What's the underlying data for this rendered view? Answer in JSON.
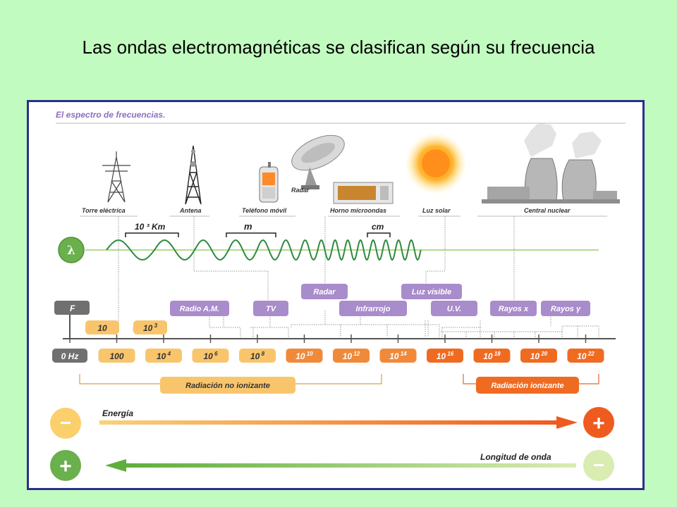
{
  "slide": {
    "title": "Las ondas electromagnéticas se clasifican según su frecuencia"
  },
  "diagram": {
    "header": "El espectro de frecuencias.",
    "sources": [
      {
        "label": "Torre eléctrica",
        "icon": "power-tower-icon"
      },
      {
        "label": "Antena",
        "icon": "antenna-icon"
      },
      {
        "label": "Teléfono móvil",
        "icon": "mobile-phone-icon"
      },
      {
        "label": "Radar",
        "icon": "radar-dish-icon"
      },
      {
        "label": "Horno microondas",
        "icon": "microwave-oven-icon"
      },
      {
        "label": "Luz solar",
        "icon": "sun-icon"
      },
      {
        "label": "Central nuclear",
        "icon": "nuclear-plant-icon"
      }
    ],
    "wavelength_symbol": "λ",
    "wavelength_markers": [
      "10 ³ Km",
      "m",
      "cm"
    ],
    "frequency_symbol": "F",
    "frequency_scale": [
      {
        "base": "0 Hz",
        "exp": ""
      },
      {
        "base": "100",
        "exp": ""
      },
      {
        "base": "10",
        "exp": "4"
      },
      {
        "base": "10",
        "exp": "6"
      },
      {
        "base": "10",
        "exp": "8"
      },
      {
        "base": "10",
        "exp": "10"
      },
      {
        "base": "10",
        "exp": "12"
      },
      {
        "base": "10",
        "exp": "14"
      },
      {
        "base": "10",
        "exp": "16"
      },
      {
        "base": "10",
        "exp": "18"
      },
      {
        "base": "10",
        "exp": "20"
      },
      {
        "base": "10",
        "exp": "22"
      }
    ],
    "upper_scale": [
      {
        "base": "10",
        "exp": ""
      },
      {
        "base": "10",
        "exp": "3"
      }
    ],
    "bands": {
      "radio_am": "Radio A.M.",
      "tv": "TV",
      "radar": "Radar",
      "infrarrojo": "Infrarrojo",
      "luz_visible": "Luz visible",
      "uv": "U.V.",
      "rayos_x": "Rayos x",
      "rayos_gamma": "Rayos γ"
    },
    "radiation": {
      "non_ionizing": "Radiación no ionizante",
      "ionizing": "Radiación ionizante"
    },
    "energy": {
      "label": "Energía",
      "low": "−",
      "high": "+"
    },
    "wavelength_arrow": {
      "label": "Longitud de onda",
      "high": "+",
      "low": "−"
    }
  },
  "colors": {
    "background": "#c2fbbf",
    "panel_border": "#2b2f8f",
    "band_purple": "#a98ccb",
    "freq_orange": "#f08a3a",
    "freq_light": "#f9c56c",
    "wave_green": "#2e8b3e",
    "lambda_green": "#6ab04c",
    "ionizing_orange": "#ef6b22"
  }
}
